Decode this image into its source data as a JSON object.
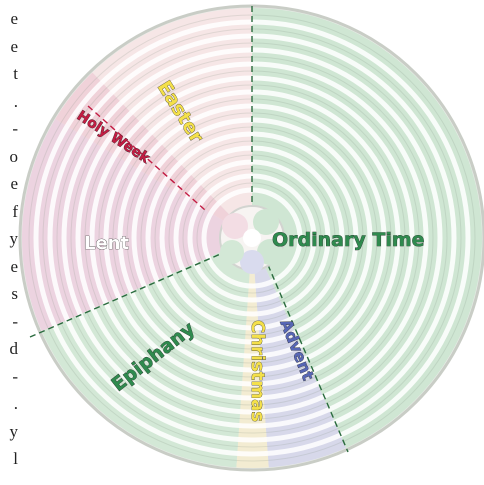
{
  "edge_text_fragments": [
    "e",
    "e",
    "t",
    ".",
    "-",
    "o",
    "e",
    "f",
    "y",
    "e",
    "s",
    "-",
    "d",
    "-",
    ".",
    "y",
    "l"
  ],
  "liturgical_seasons": [
    {
      "name": "Ordinary Time",
      "color": "#2f8a4e"
    },
    {
      "name": "Easter",
      "color": "#f4e04a"
    },
    {
      "name": "Holy Week",
      "color": "#c21c43"
    },
    {
      "name": "Lent",
      "color": "#ffffff"
    },
    {
      "name": "Epiphany",
      "color": "#2f8a4e"
    },
    {
      "name": "Christmas",
      "color": "#f4e04a"
    },
    {
      "name": "Advent",
      "color": "#5766b5"
    }
  ]
}
